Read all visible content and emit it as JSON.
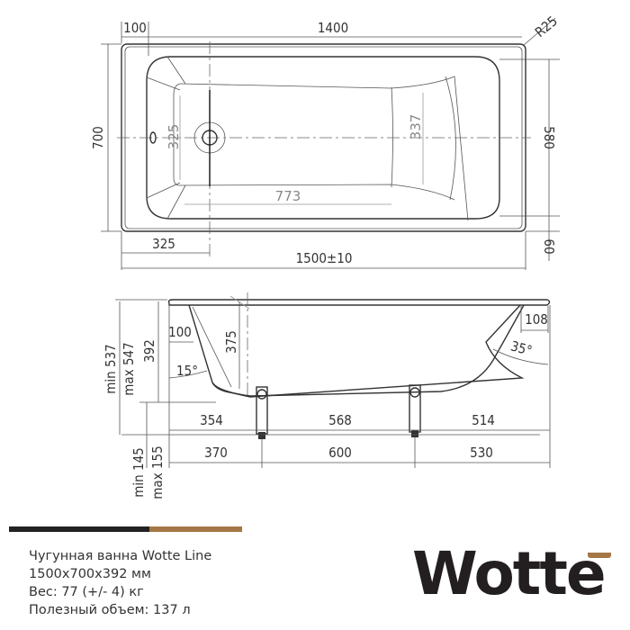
{
  "top_view": {
    "dims": {
      "rim_offset": "100",
      "length_inner": "1400",
      "radius": "R25",
      "width_total": "700",
      "width_inner": "580",
      "rim_side": "60",
      "bottom_width_left": "325",
      "bottom_width_right": "337",
      "bottom_length": "773",
      "drain_offset": "325",
      "length_total": "1500±10"
    }
  },
  "side_view": {
    "dims": {
      "height_min": "min 537",
      "height_max": "max 547",
      "depth": "392",
      "rim_left": "100",
      "drain_depth": "375",
      "angle_left": "15°",
      "rim_right": "108",
      "angle_right": "35°",
      "seg_354": "354",
      "seg_568": "568",
      "seg_514": "514",
      "seg_370": "370",
      "seg_600": "600",
      "seg_530": "530",
      "leg_min": "min 145",
      "leg_max": "max 155"
    }
  },
  "product": {
    "name": "Чугунная ванна Wotte Line",
    "size": "1500x700x392 мм",
    "weight": "Вес: 77 (+/- 4) кг",
    "volume": "Полезный объем: 137 л"
  },
  "brand": {
    "logo_text": "Wotte",
    "accent_color": "#a47746",
    "dark_color": "#222222"
  }
}
